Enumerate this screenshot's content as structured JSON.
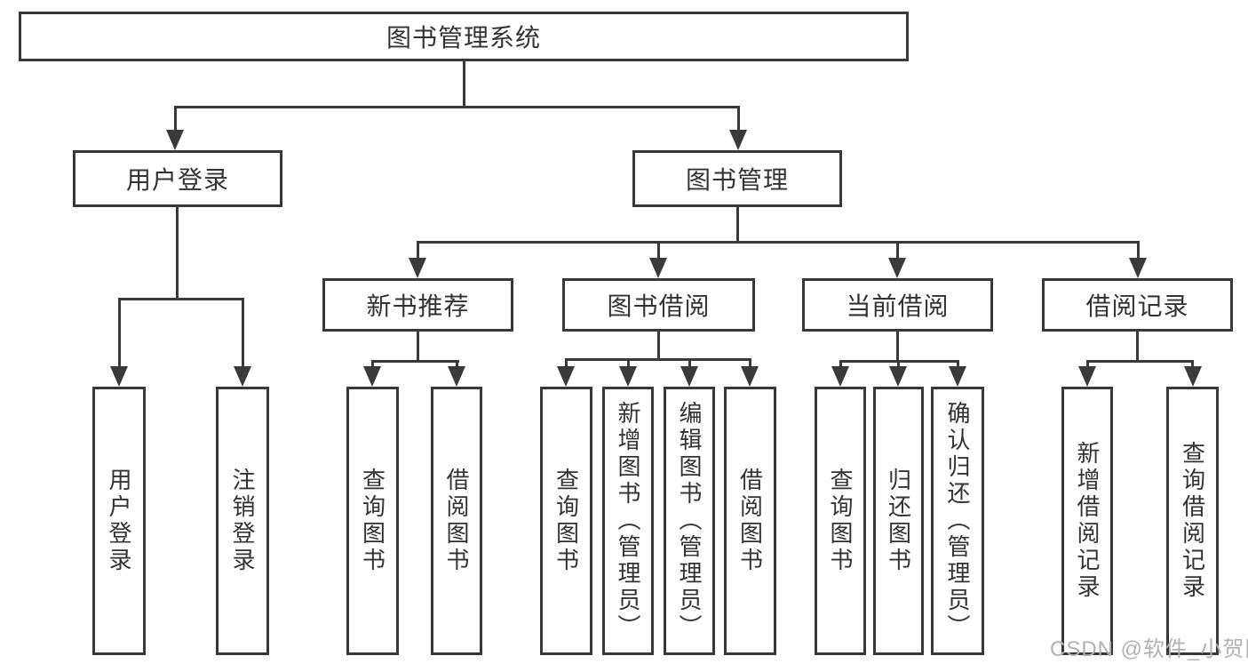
{
  "diagram": {
    "type": "hierarchy-tree",
    "root": {
      "label": "图书管理系统",
      "children": [
        {
          "label": "用户登录",
          "children": [
            {
              "label": "用户登录"
            },
            {
              "label": "注销登录"
            }
          ]
        },
        {
          "label": "图书管理",
          "children": [
            {
              "label": "新书推荐",
              "children": [
                {
                  "label": "查询图书"
                },
                {
                  "label": "借阅图书"
                }
              ]
            },
            {
              "label": "图书借阅",
              "children": [
                {
                  "label": "查询图书"
                },
                {
                  "label": "新增图书（管理员）"
                },
                {
                  "label": "编辑图书（管理员）"
                },
                {
                  "label": "借阅图书"
                }
              ]
            },
            {
              "label": "当前借阅",
              "children": [
                {
                  "label": "查询图书"
                },
                {
                  "label": "归还图书"
                },
                {
                  "label": "确认归还（管理员）"
                }
              ]
            },
            {
              "label": "借阅记录",
              "children": [
                {
                  "label": "新增借阅记录"
                },
                {
                  "label": "查询借阅记录"
                }
              ]
            }
          ]
        }
      ]
    }
  },
  "watermark": {
    "text": "CSDN @软件_小贺同学"
  },
  "colors": {
    "line": "#3a3a3a",
    "border": "#383838",
    "text": "#333333",
    "watermark": "#b2b2b2",
    "background": "#ffffff"
  }
}
